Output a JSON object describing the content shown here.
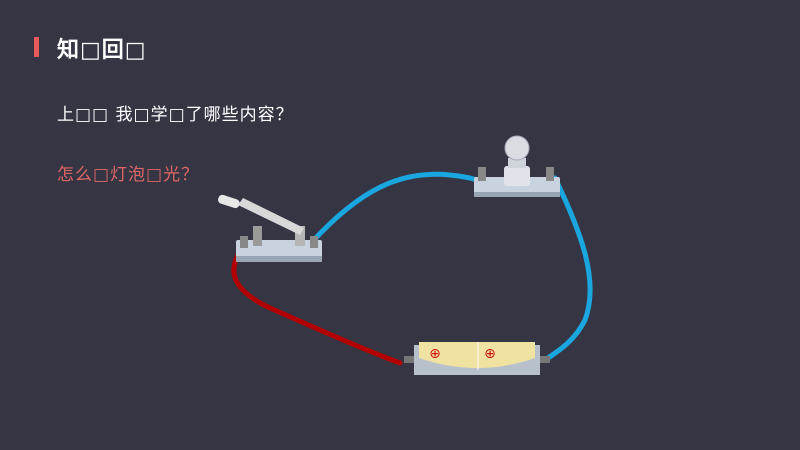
{
  "slide": {
    "title": "知□回□",
    "question1": "上□□ 我□学□了哪些内容？",
    "question2": "怎么□灯泡□光？"
  },
  "colors": {
    "background": "#363544",
    "accent": "#e85a5a",
    "wire_blue": "#1aa7e0",
    "wire_red": "#b30000"
  },
  "battery_symbols": [
    "⊕",
    "⊕"
  ]
}
